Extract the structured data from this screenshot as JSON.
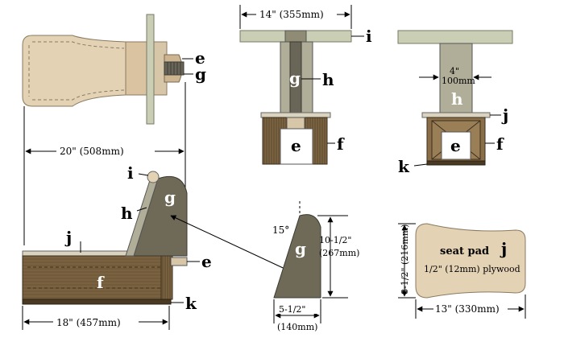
{
  "dimensions": {
    "top_width": "14\" (355mm)",
    "overall_length": "20\" (508mm)",
    "base_length": "18\" (457mm)",
    "pillar_width_in": "4\"",
    "pillar_width_mm": "100mm",
    "angle": "15°",
    "g_height_in": "10-1/2\"",
    "g_height_mm": "(267mm)",
    "g_width_in": "5-1/2\"",
    "g_width_mm": "(140mm)",
    "pad_height": "8-1/2\" (216mm)",
    "pad_width": "13\" (330mm)"
  },
  "part_labels": {
    "e": "e",
    "f": "f",
    "g": "g",
    "h": "h",
    "i": "i",
    "j": "j",
    "k": "k"
  },
  "seat_pad": {
    "title": "seat pad",
    "material": "1/2\" (12mm) plywood"
  },
  "colors": {
    "pad_tan": "#e4d2b5",
    "wood_dark": "#6e5a3b",
    "wood_mid": "#8a6e48",
    "post_grey": "#b0ad98",
    "post_dark": "#6a6657",
    "rail_green": "#c9ceb4",
    "board_light": "#d9d3bf"
  }
}
